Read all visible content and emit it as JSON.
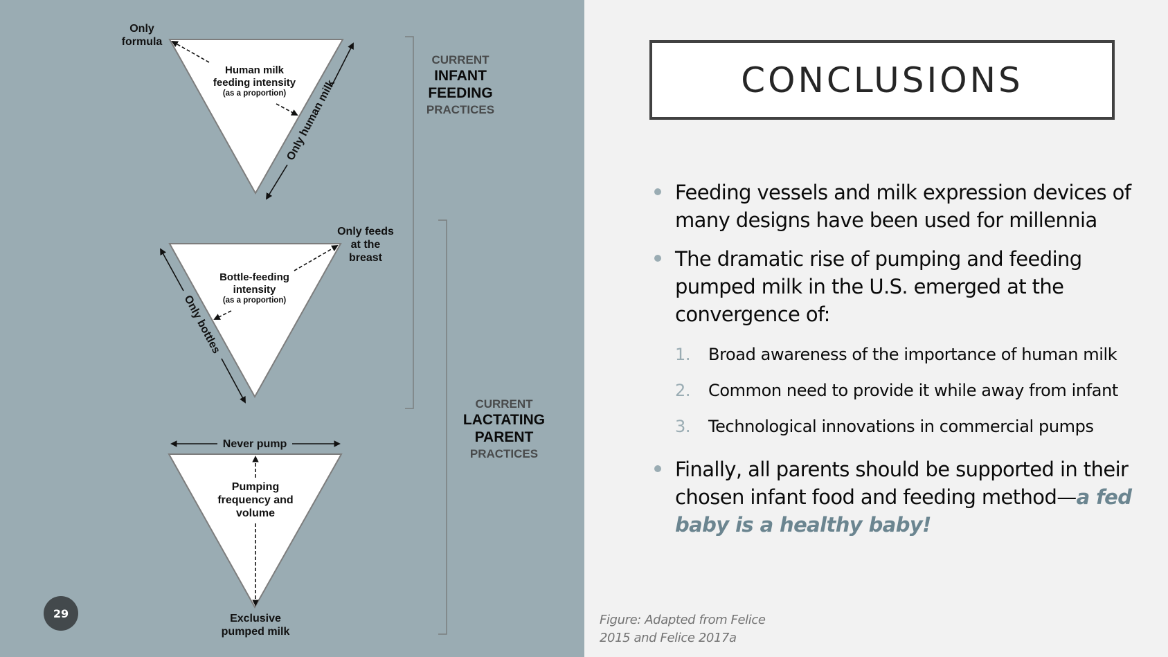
{
  "slide": {
    "page_number": "29",
    "colors": {
      "left_panel": "#9aacb3",
      "right_bg": "#f2f2f2",
      "title_border": "#414141",
      "bullet": "#9aacb3",
      "emphasis": "#6b8590",
      "badge": "#43494c"
    }
  },
  "diagram": {
    "triangle_1": {
      "title": "Human milk feeding intensity",
      "title_line1": "Human milk",
      "title_line2": "feeding intensity",
      "subtitle": "(as a proportion)",
      "left_corner_label_line1": "Only",
      "left_corner_label_line2": "formula",
      "edge_label": "Only human milk"
    },
    "triangle_2": {
      "title_line1": "Bottle-feeding",
      "title_line2": "intensity",
      "subtitle": "(as a proportion)",
      "right_corner_label_line1": "Only feeds",
      "right_corner_label_line2": "at the",
      "right_corner_label_line3": "breast",
      "edge_label": "Only bottles"
    },
    "triangle_3": {
      "top_label": "Never pump",
      "title_line1": "Pumping",
      "title_line2": "frequency and",
      "title_line3": "volume",
      "bottom_label_line1": "Exclusive",
      "bottom_label_line2": "pumped milk"
    },
    "section_infant": {
      "line1": "CURRENT",
      "line2": "INFANT",
      "line3": "FEEDING",
      "line4": "PRACTICES"
    },
    "section_parent": {
      "line1": "CURRENT",
      "line2": "LACTATING",
      "line3": "PARENT",
      "line4": "PRACTICES"
    }
  },
  "content": {
    "title": "CONCLUSIONS",
    "bullets": [
      {
        "text": "Feeding vessels and milk expression devices of many designs have been used for millennia"
      },
      {
        "text": "The dramatic rise of pumping and feeding pumped milk in the U.S. emerged at the convergence of:"
      },
      {
        "text": "Finally, all parents should be supported in their chosen infant food and feeding method—",
        "emphasis": "a fed baby is a healthy baby!"
      }
    ],
    "numbered": [
      {
        "num": "1.",
        "text": "Broad awareness of the importance of human milk"
      },
      {
        "num": "2.",
        "text": "Common need to provide it while away from infant"
      },
      {
        "num": "3.",
        "text": "Technological innovations in commercial pumps"
      }
    ],
    "caption_line1": "Figure: Adapted from Felice",
    "caption_line2": "2015 and Felice 2017a"
  }
}
